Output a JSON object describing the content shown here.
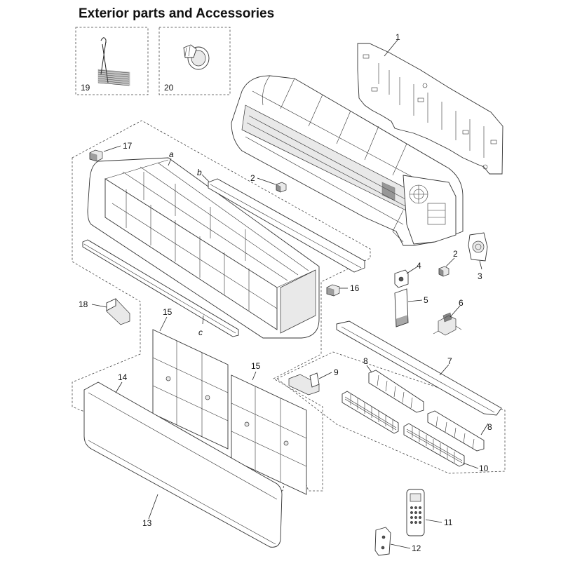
{
  "title": "Exterior parts and Accessories",
  "callouts": {
    "c1": "1",
    "c2a": "2",
    "c2b": "2",
    "c3": "3",
    "c4": "4",
    "c5": "5",
    "c6": "6",
    "c7": "7",
    "c8a": "8",
    "c8b": "8",
    "c9": "9",
    "c10": "10",
    "c11": "11",
    "c12": "12",
    "c13": "13",
    "c14": "14",
    "c15a": "15",
    "c15b": "15",
    "c16": "16",
    "c17": "17",
    "c18": "18",
    "c19": "19",
    "c20": "20"
  },
  "letters": {
    "a": "a",
    "b": "b",
    "c": "c"
  }
}
